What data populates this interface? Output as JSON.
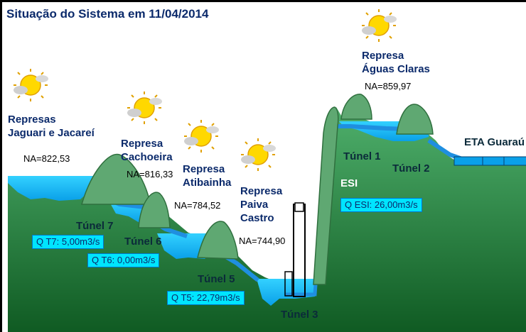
{
  "header": {
    "title": "Situação do Sistema em 11/04/2014"
  },
  "colors": {
    "ground_top": "#4fb06c",
    "ground_bottom": "#0f5a22",
    "water": "#00bfff",
    "mound": "#5fa872",
    "tunnel": "#1f8fe0",
    "flow_badge": "#00e5ff",
    "label_text": "#0b2a6b"
  },
  "reservoirs": [
    {
      "name_line1": "Represas",
      "name_line2": "Jaguari e Jacareí",
      "level": "NA=822,53",
      "weather_icon": "sun-cloud-icon"
    },
    {
      "name_line1": "Represa",
      "name_line2": "Cachoeira",
      "level": "NA=816,33",
      "weather_icon": "sun-cloud-icon"
    },
    {
      "name_line1": "Represa",
      "name_line2": "Atibainha",
      "level": "NA=784,52",
      "weather_icon": "sun-cloud-icon"
    },
    {
      "name_line1": "Represa",
      "name_line2": "Paiva",
      "name_line3": "Castro",
      "level": "NA=744,90",
      "weather_icon": "sun-cloud-icon"
    },
    {
      "name_line1": "Represa",
      "name_line2": "Águas Claras",
      "level": "NA=859,97",
      "weather_icon": "sun-cloud-icon"
    }
  ],
  "tunnels": {
    "t7": "Túnel 7",
    "t6": "Túnel 6",
    "t5": "Túnel 5",
    "t3": "Túnel 3",
    "t1": "Túnel 1",
    "t2": "Túnel 2"
  },
  "station": {
    "esi": "ESI",
    "eta": "ETA Guaraú"
  },
  "flows": {
    "qt7": "Q T7: 5,00m3/s",
    "qt6": "Q T6: 0,00m3/s",
    "qt5": "Q T5: 22,79m3/s",
    "qesi": "Q ESI: 26,00m3/s"
  }
}
